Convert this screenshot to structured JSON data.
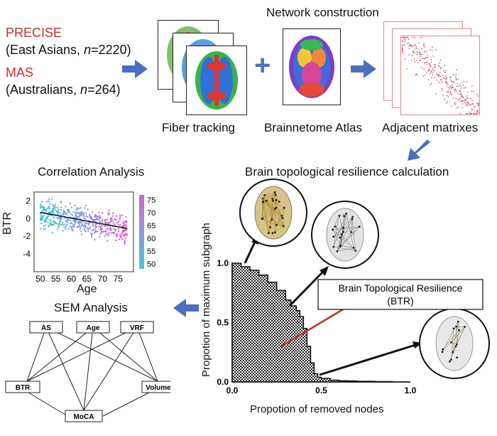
{
  "cohorts": {
    "precise_name": "PRECISE",
    "precise_desc": "(East Asians, ",
    "precise_n_label": "n",
    "precise_n_value": "=2220)",
    "mas_name": "MAS",
    "mas_desc": "(Australians, ",
    "mas_n_label": "n",
    "mas_n_value": "=264)"
  },
  "pipeline": {
    "network_title": "Network construction",
    "fiber_label": "Fiber tracking",
    "atlas_label": "Brainnetome Atlas",
    "matrix_label": "Adjacent matrixes",
    "plus_symbol": "+"
  },
  "correlation": {
    "title": "Correlation Analysis",
    "ylabel": "BTR",
    "xlabel": "Age",
    "xticks": [
      "50",
      "55",
      "60",
      "65",
      "70",
      "75"
    ],
    "yticks": [
      "2",
      "0",
      "-2",
      "-4"
    ],
    "colorbar_ticks": [
      "75",
      "70",
      "65",
      "60",
      "55",
      "50"
    ],
    "colors": {
      "low": "#41c7d6",
      "mid": "#8e9be0",
      "high": "#d45fd2"
    }
  },
  "sem": {
    "title": "SEM Analysis",
    "nodes": [
      "AS",
      "Age",
      "VRF",
      "BTR",
      "Volume",
      "MoCA"
    ]
  },
  "resilience": {
    "title": "Brain topological resilience calculation",
    "annotation_line1": "Brain Topological Resilience",
    "annotation_line2": "(BTR)"
  },
  "chart_data": {
    "type": "area",
    "title": "",
    "xlabel": "Propotion of removed nodes",
    "ylabel": "Propotion of maximum subgraph",
    "xlim": [
      0.0,
      1.0
    ],
    "ylim": [
      0.0,
      1.0
    ],
    "xticks": [
      "0.0",
      "0.5",
      "1.0"
    ],
    "yticks": [
      "0.0",
      "0.5",
      "1.0"
    ],
    "grid": false,
    "x": [
      0.0,
      0.05,
      0.1,
      0.15,
      0.2,
      0.25,
      0.3,
      0.33,
      0.36,
      0.38,
      0.4,
      0.42,
      0.44,
      0.46,
      0.48,
      0.5,
      0.55,
      0.6,
      0.65,
      0.7,
      0.8,
      0.9,
      1.0
    ],
    "y": [
      1.0,
      0.97,
      0.94,
      0.9,
      0.84,
      0.77,
      0.69,
      0.64,
      0.6,
      0.55,
      0.45,
      0.3,
      0.16,
      0.07,
      0.04,
      0.03,
      0.015,
      0.01,
      0.008,
      0.005,
      0.003,
      0.0,
      0.0
    ]
  }
}
